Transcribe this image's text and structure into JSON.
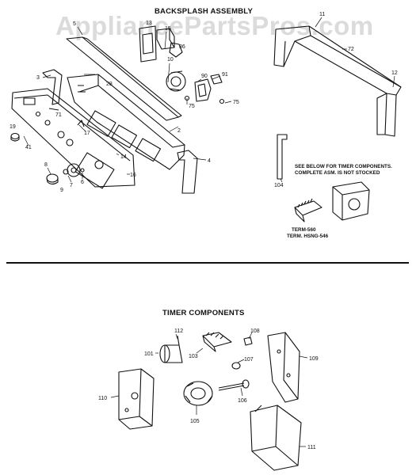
{
  "watermark": "AppliancePartsPros.com",
  "sections": {
    "backsplash_title": "BACKSPLASH ASSEMBLY",
    "timer_title": "TIMER COMPONENTS"
  },
  "note": {
    "line1": "SEE BELOW FOR TIMER COMPONENTS.",
    "line2": "COMPLETE ASM. IS NOT STOCKED"
  },
  "term_labels": {
    "term": "TERM-560",
    "housing": "TERM. HSNG-546"
  },
  "callouts": {
    "c1": "5",
    "c2": "13",
    "c3": "15",
    "c4": "36",
    "c5": "10",
    "c6": "11",
    "c7": "72",
    "c8": "12",
    "c9": "3",
    "c10": "28",
    "c11": "90",
    "c12": "91",
    "c13": "75",
    "c14": "75",
    "c15": "71",
    "c16": "2",
    "c17": "17",
    "c18": "19",
    "c19": "41",
    "c20": "14",
    "c21": "4",
    "c22": "16",
    "c23": "8",
    "c24": "6",
    "c25": "9",
    "c26": "7",
    "c27": "104",
    "t1": "112",
    "t2": "101",
    "t3": "103",
    "t4": "108",
    "t5": "109",
    "t6": "107",
    "t7": "106",
    "t8": "110",
    "t9": "105",
    "t10": "111"
  }
}
